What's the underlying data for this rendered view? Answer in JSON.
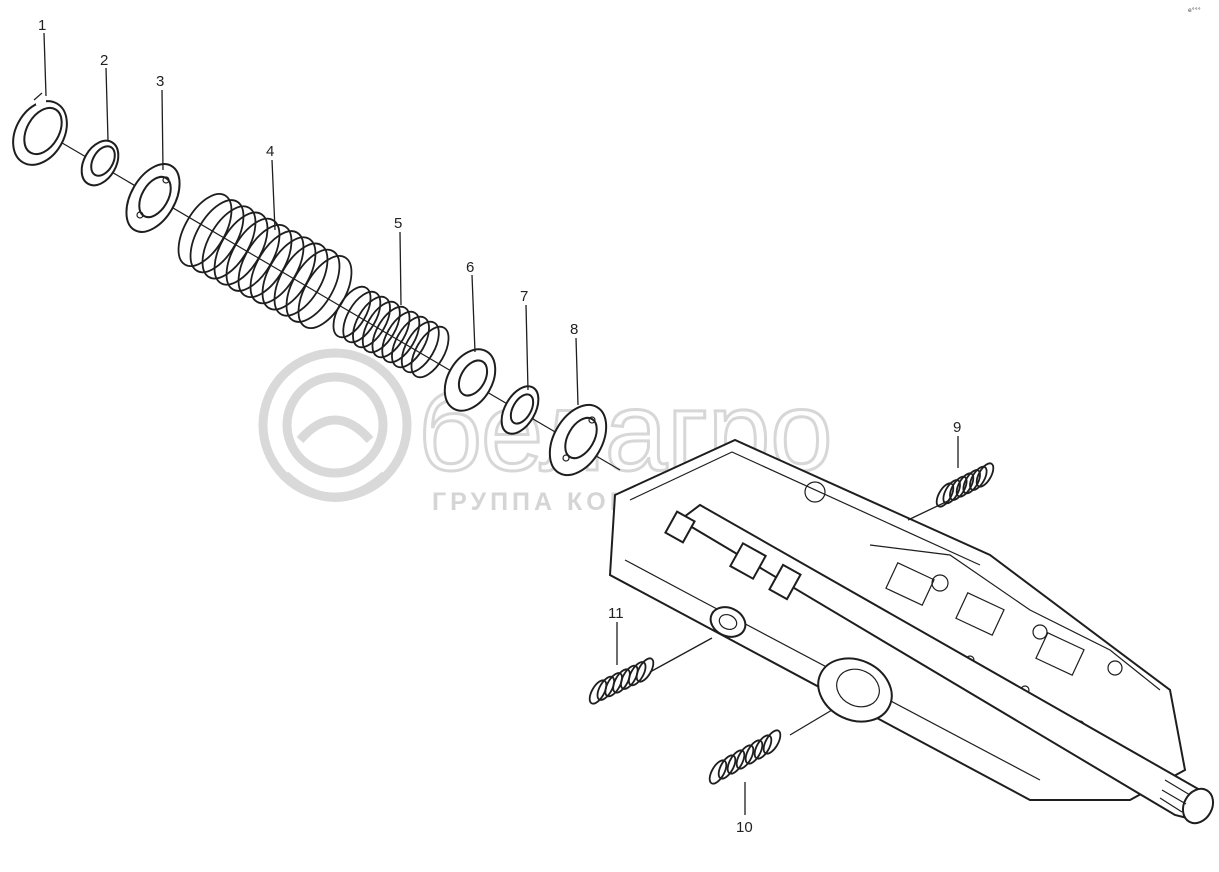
{
  "callouts": [
    "1",
    "2",
    "3",
    "4",
    "5",
    "6",
    "7",
    "8",
    "9",
    "10",
    "11"
  ],
  "watermark": {
    "word": "белагро",
    "subtitle": "ГРУППА КОМПАНИЙ"
  },
  "corner_mark": "е°°°",
  "colors": {
    "line": "#1e1e1e",
    "watermark": "#d7d7d7",
    "background": "#ffffff"
  }
}
